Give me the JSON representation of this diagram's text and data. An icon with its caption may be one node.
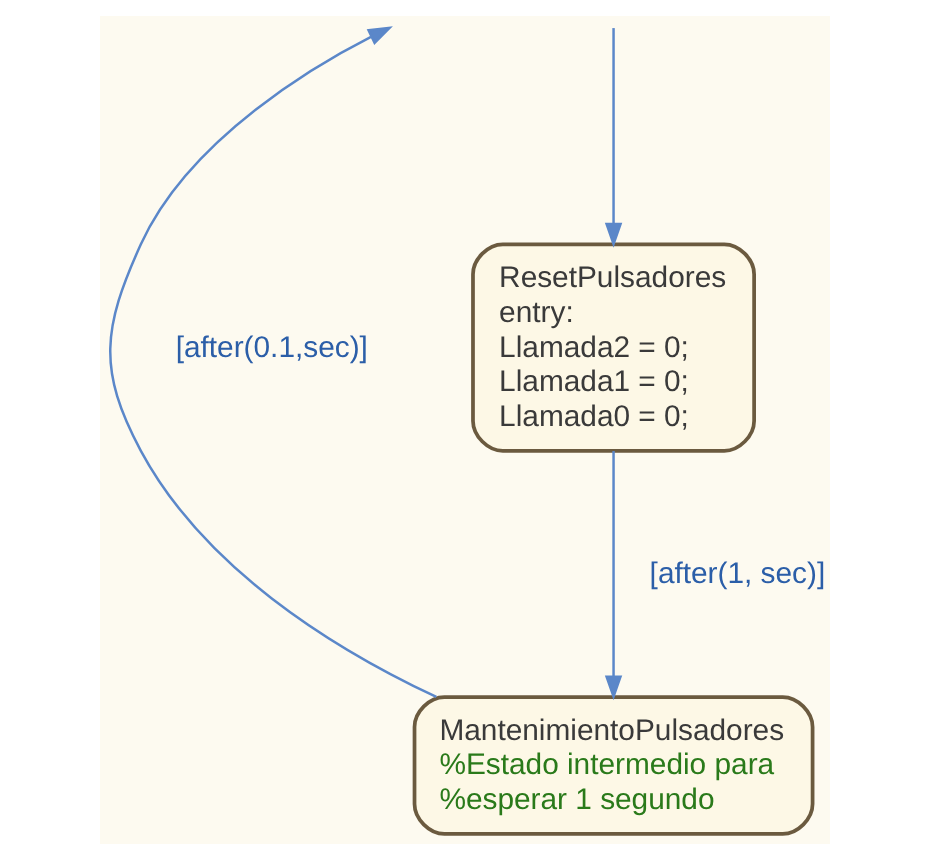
{
  "diagram": {
    "nodes": [
      {
        "text": [
          "ResetPulsadores",
          "entry:",
          "Llamada2 = 0;",
          "Llamada1 = 0;",
          "Llamada0 = 0;"
        ]
      },
      {
        "text": [
          "MantenimientoPulsadores",
          "%Estado intermedio para",
          "%esperar 1 segundo"
        ]
      }
    ],
    "edges": [
      {
        "from": null,
        "to": 0,
        "arrow": "to"
      },
      {
        "from": 0,
        "to": 1,
        "label": "[after(1, sec)]",
        "arrow": "to"
      },
      {
        "from": 1,
        "to": null,
        "label": "[after(0.1,sec)]",
        "arrow": "to"
      }
    ]
  }
}
